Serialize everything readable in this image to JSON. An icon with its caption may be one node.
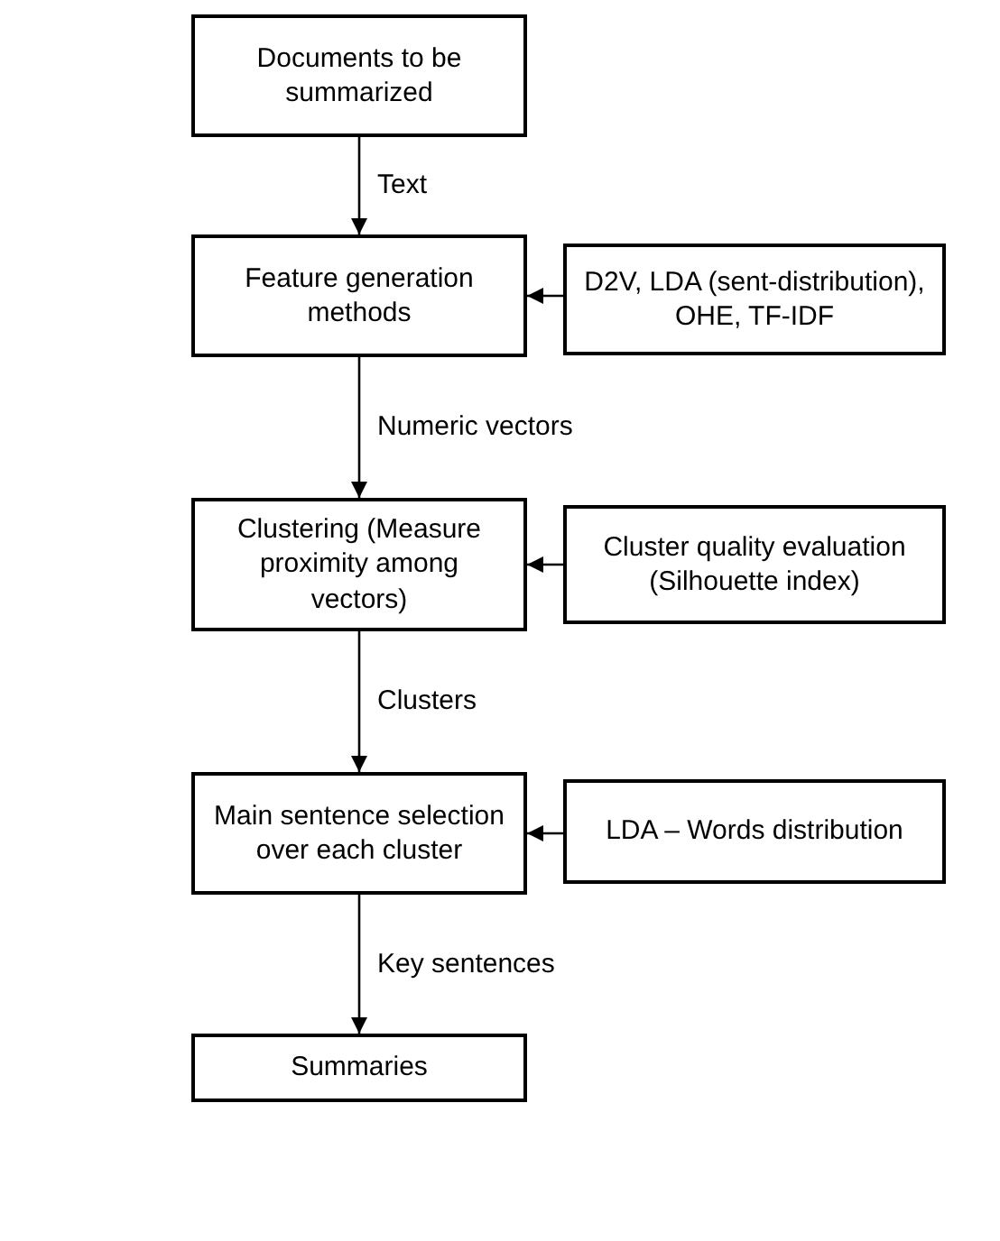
{
  "diagram": {
    "nodes": [
      {
        "text": [
          "Documents to be summarized"
        ]
      },
      {
        "text": [
          "Feature generation methods"
        ]
      },
      {
        "text": [
          "D2V, LDA (sent-distribution), OHE, TF-IDF"
        ]
      },
      {
        "text": [
          "Clustering (Measure proximity among vectors)"
        ]
      },
      {
        "text": [
          "Cluster quality evaluation (Silhouette index)"
        ]
      },
      {
        "text": [
          "Main sentence selection over each cluster"
        ]
      },
      {
        "text": [
          "LDA – Words distribution"
        ]
      },
      {
        "text": [
          "Summaries"
        ]
      }
    ],
    "edges": [
      {
        "from": 0,
        "to": 1,
        "arrow": "to",
        "label": "Text"
      },
      {
        "from": 2,
        "to": 1,
        "arrow": "to"
      },
      {
        "from": 1,
        "to": 3,
        "arrow": "to",
        "label": "Numeric vectors"
      },
      {
        "from": 4,
        "to": 3,
        "arrow": "to"
      },
      {
        "from": 3,
        "to": 5,
        "arrow": "to",
        "label": "Clusters"
      },
      {
        "from": 6,
        "to": 5,
        "arrow": "to"
      },
      {
        "from": 5,
        "to": 7,
        "arrow": "to",
        "label": "Key sentences"
      }
    ]
  }
}
